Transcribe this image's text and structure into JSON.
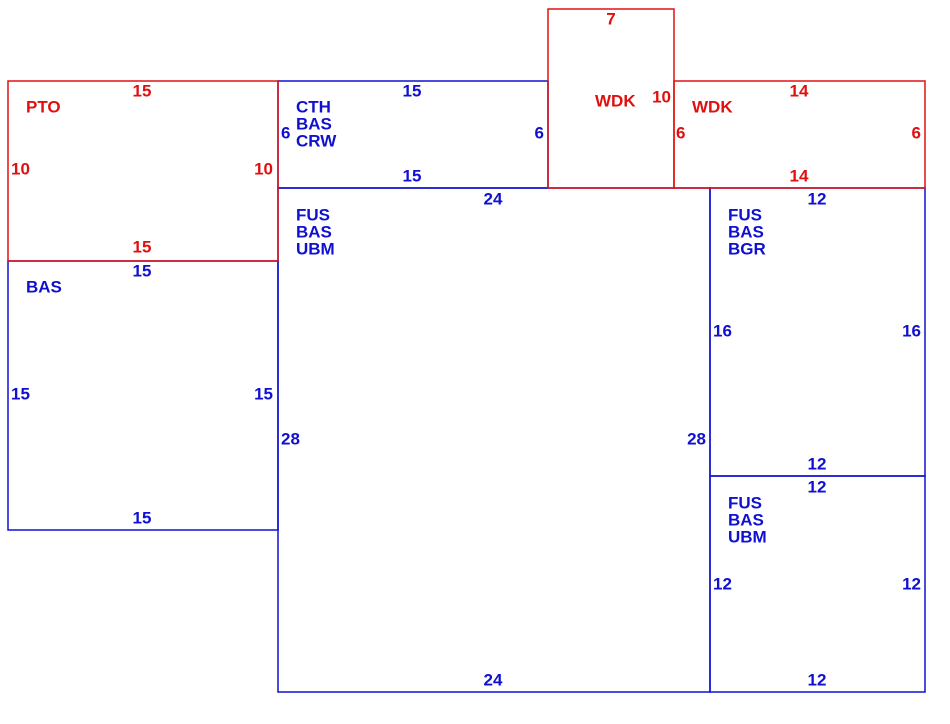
{
  "colors": {
    "red": "#e01010",
    "blue": "#1010d0",
    "background": "#ffffff"
  },
  "areas": {
    "pto": {
      "codes": [
        "PTO"
      ],
      "dims": {
        "top": "15",
        "bottom": "15",
        "left": "10",
        "right": "10"
      }
    },
    "bas_left": {
      "codes": [
        "BAS"
      ],
      "dims": {
        "top": "15",
        "bottom": "15",
        "left": "15",
        "right": "15"
      }
    },
    "cth": {
      "codes": [
        "CTH",
        "BAS",
        "CRW"
      ],
      "dims": {
        "top": "15",
        "bottom": "15",
        "left": "6",
        "right": "6"
      }
    },
    "wdk_small": {
      "codes": [
        "WDK"
      ],
      "dims": {
        "top": "7",
        "right": "10"
      }
    },
    "wdk_right": {
      "codes": [
        "WDK"
      ],
      "dims": {
        "top": "14",
        "bottom": "14",
        "left": "6",
        "right": "6"
      }
    },
    "fus_main": {
      "codes": [
        "FUS",
        "BAS",
        "UBM"
      ],
      "dims": {
        "top": "24",
        "bottom": "24",
        "left": "28",
        "right": "28"
      }
    },
    "fus_bgr": {
      "codes": [
        "FUS",
        "BAS",
        "BGR"
      ],
      "dims": {
        "top": "12",
        "bottom": "12",
        "left": "16",
        "right": "16"
      }
    },
    "fus_br": {
      "codes": [
        "FUS",
        "BAS",
        "UBM"
      ],
      "dims": {
        "top": "12",
        "bottom": "12",
        "left": "12",
        "right": "12"
      }
    }
  }
}
